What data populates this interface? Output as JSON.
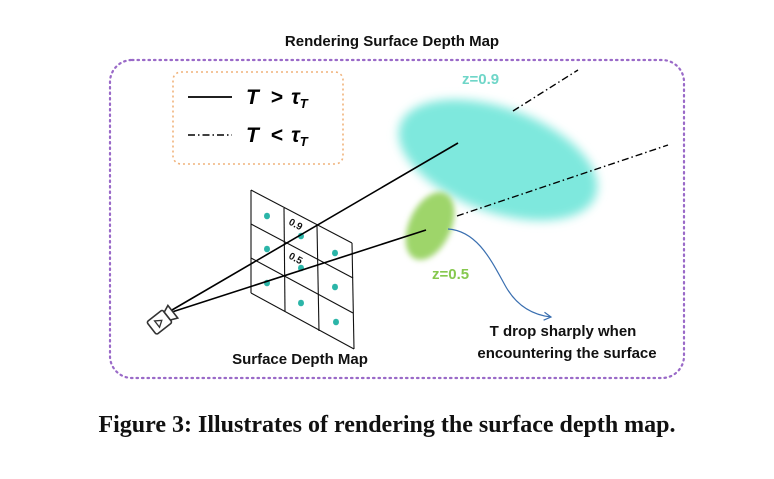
{
  "title": "Rendering Surface Depth Map",
  "legend": {
    "solid_lhs": "T",
    "solid_op": ">",
    "solid_rhs": "τ",
    "solid_sub": "T",
    "dashdot_lhs": "T",
    "dashdot_op": "<",
    "dashdot_rhs": "τ",
    "dashdot_sub": "T"
  },
  "surfaces": {
    "far_label": "z=0.9",
    "near_label": "z=0.5",
    "far_color": "#7ee8dd",
    "near_color": "#9ed56a"
  },
  "grid": {
    "label": "Surface Depth Map",
    "cell_values": [
      "0.9",
      "0.5"
    ],
    "dot_color": "#2bb5a8"
  },
  "annotation": {
    "line1": "T drop sharply when",
    "line2": "encountering the surface"
  },
  "colors": {
    "frame": "#9a6ac8",
    "legend_frame": "#f0b27a",
    "far_label": "#6fd6c8",
    "near_label": "#86c84e",
    "arrow": "#3a6fb0"
  },
  "caption": "Figure 3: Illustrates of rendering the surface depth map."
}
